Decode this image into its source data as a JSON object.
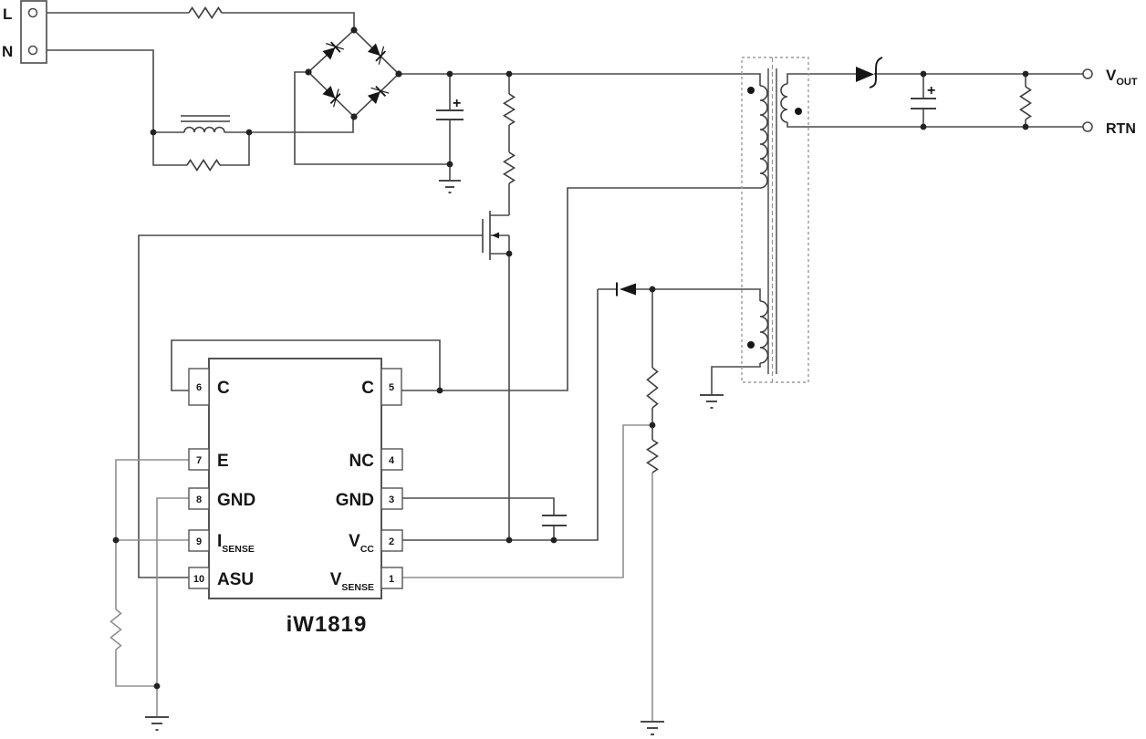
{
  "schematic": {
    "description": "Flyback AC-DC converter application circuit schematic",
    "part_label": "iW1819",
    "terminals": {
      "line": "L",
      "neutral": "N",
      "vout_main": "V",
      "vout_sub": "OUT",
      "rtn": "RTN"
    },
    "symbols": {
      "bulk_cap_plus": "+",
      "output_cap_plus": "+"
    },
    "ic": {
      "name": "iW1819",
      "left_pins": [
        {
          "number": "6",
          "label": "C",
          "sub": ""
        },
        {
          "number": "7",
          "label": "E",
          "sub": ""
        },
        {
          "number": "8",
          "label": "GND",
          "sub": ""
        },
        {
          "number": "9",
          "label": "I",
          "sub": "SENSE"
        },
        {
          "number": "10",
          "label": "ASU",
          "sub": ""
        }
      ],
      "right_pins": [
        {
          "number": "5",
          "label": "C",
          "sub": ""
        },
        {
          "number": "4",
          "label": "NC",
          "sub": ""
        },
        {
          "number": "3",
          "label": "GND",
          "sub": ""
        },
        {
          "number": "2",
          "label": "V",
          "sub": "CC"
        },
        {
          "number": "1",
          "label": "V",
          "sub": "SENSE"
        }
      ]
    },
    "components": [
      "ac-input-terminal-block",
      "fuse-resistor",
      "common-mode-choke",
      "choke-damping-resistor",
      "bridge-rectifier",
      "bulk-capacitor",
      "startup-resistor-1",
      "startup-resistor-2",
      "startup-mosfet",
      "flyback-transformer-primary",
      "flyback-transformer-secondary",
      "flyback-transformer-auxiliary",
      "output-rectifier-diode",
      "output-capacitor",
      "output-load-resistor",
      "vcc-rectifier-diode",
      "vcc-capacitor",
      "vsense-divider-resistor-upper",
      "vsense-divider-resistor-lower",
      "current-sense-resistor"
    ],
    "colors": {
      "background": "#ffffff",
      "wire_dark": "#4a4a4a",
      "wire_gray": "#8f8f8f",
      "ink": "#161616"
    }
  }
}
